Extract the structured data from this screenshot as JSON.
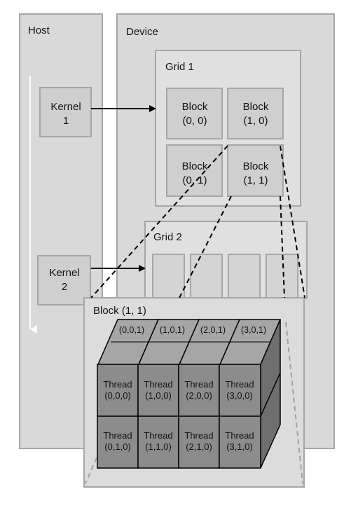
{
  "host": {
    "label": "Host"
  },
  "device": {
    "label": "Device"
  },
  "kernels": [
    {
      "line1": "Kernel",
      "line2": "1"
    },
    {
      "line1": "Kernel",
      "line2": "2"
    }
  ],
  "grid1": {
    "label": "Grid 1",
    "blocks": [
      {
        "line1": "Block",
        "line2": "(0, 0)"
      },
      {
        "line1": "Block",
        "line2": "(1, 0)"
      },
      {
        "line1": "Block",
        "line2": "(0, 1)"
      },
      {
        "line1": "Block",
        "line2": "(1, 1)"
      }
    ]
  },
  "grid2": {
    "label": "Grid 2"
  },
  "block_detail": {
    "label": "Block (1, 1)",
    "top_threads": [
      "(0,0,1)",
      "(1,0,1)",
      "(2,0,1)",
      "(3,0,1)"
    ],
    "front_threads": [
      {
        "line1": "Thread",
        "line2": "(0,0,0)"
      },
      {
        "line1": "Thread",
        "line2": "(1,0,0)"
      },
      {
        "line1": "Thread",
        "line2": "(2,0,0)"
      },
      {
        "line1": "Thread",
        "line2": "(3,0,0)"
      },
      {
        "line1": "Thread",
        "line2": "(0,1,0)"
      },
      {
        "line1": "Thread",
        "line2": "(1,1,0)"
      },
      {
        "line1": "Thread",
        "line2": "(2,1,0)"
      },
      {
        "line1": "Thread",
        "line2": "(3,1,0)"
      }
    ]
  },
  "colors": {
    "panel": "#d9d9d9",
    "panel_border": "#a6a6a6",
    "box": "#cfcfcf",
    "cube_front": "#8c8c8c",
    "cube_top": "#a6a6a6",
    "cube_side": "#6e6e6e",
    "arrow_white": "#ffffff",
    "arrow_black": "#000000"
  }
}
